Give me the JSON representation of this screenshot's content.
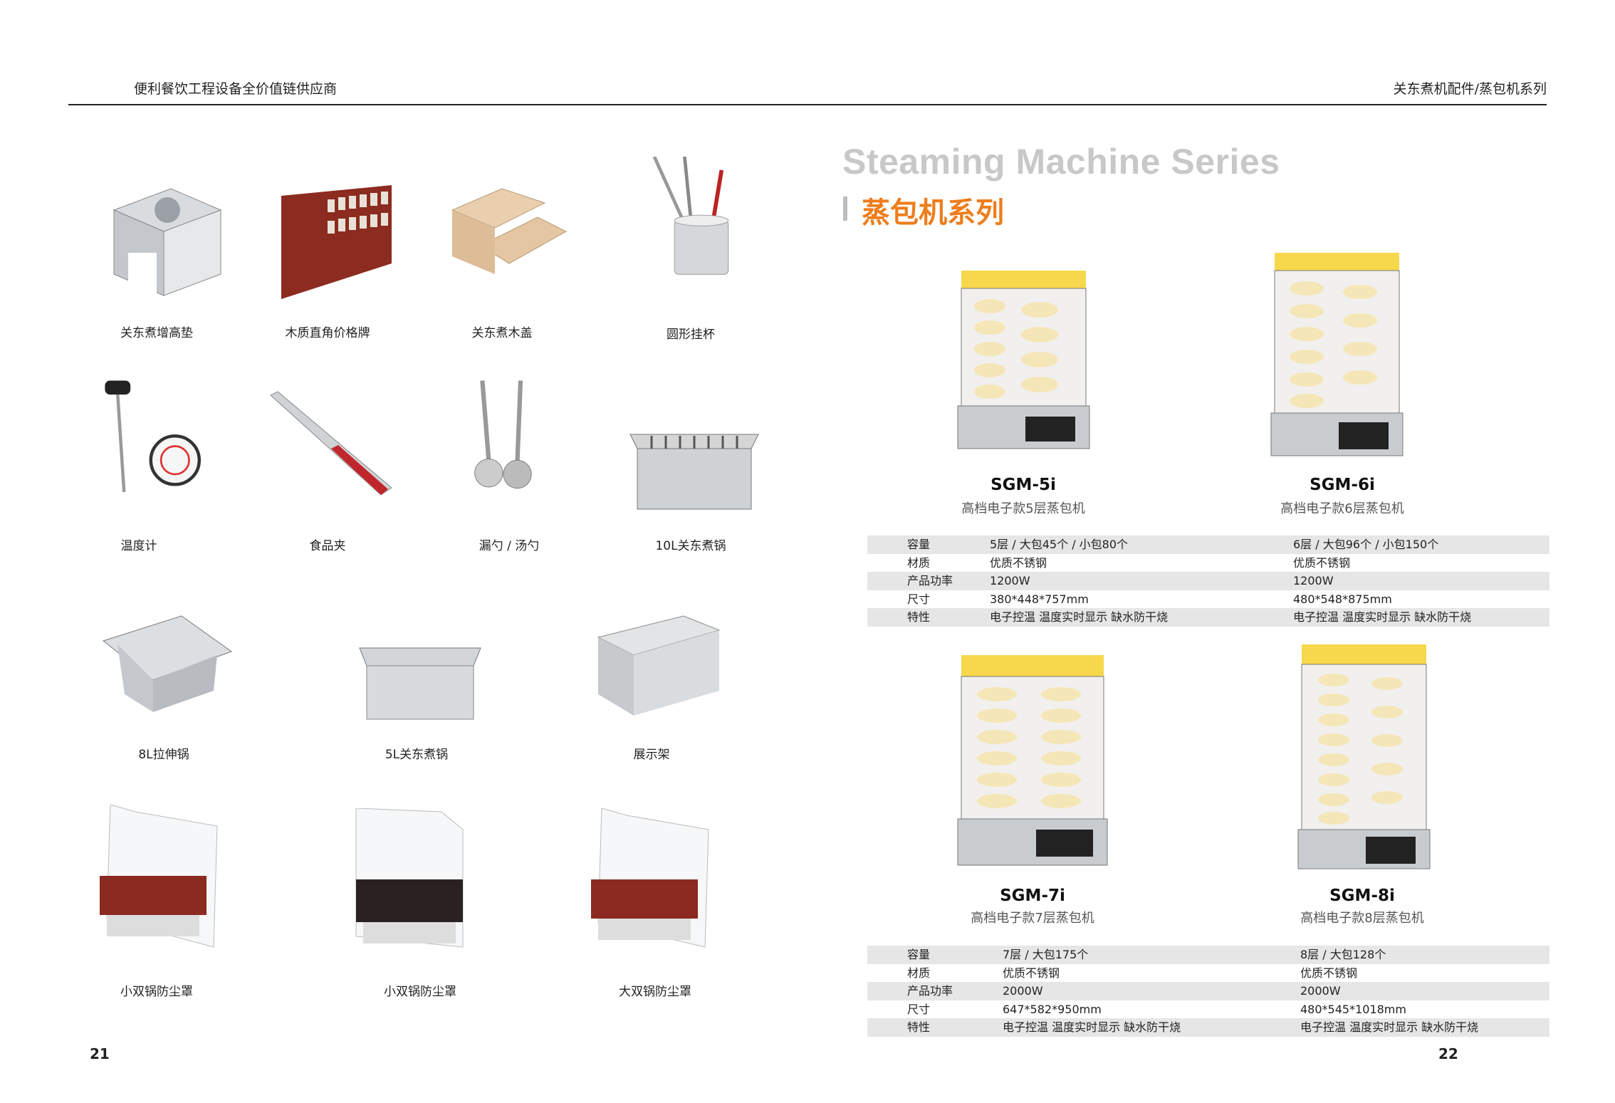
{
  "header": {
    "left": "便利餐饮工程设备全价值链供应商",
    "right": "关东煮机配件/蒸包机系列"
  },
  "page_numbers": {
    "left": "21",
    "right": "22"
  },
  "accessories": [
    {
      "label": "关东煮增高垫",
      "icon": "stand-riser-icon"
    },
    {
      "label": "木质直角价格牌",
      "icon": "wood-price-board-icon"
    },
    {
      "label": "关东煮木盖",
      "icon": "wood-lid-icon"
    },
    {
      "label": "圆形挂杯",
      "icon": "round-hanging-cup-icon"
    },
    {
      "label": "温度计",
      "icon": "thermometer-icon"
    },
    {
      "label": "食品夹",
      "icon": "food-tongs-icon"
    },
    {
      "label": "漏勺 / 汤勺",
      "icon": "ladle-icon"
    },
    {
      "label": "10L关东煮锅",
      "icon": "pot-10l-icon"
    },
    {
      "label": "8L拉伸锅",
      "icon": "pot-8l-icon"
    },
    {
      "label": "5L关东煮锅",
      "icon": "pot-5l-icon"
    },
    {
      "label": "展示架",
      "icon": "display-rack-icon"
    },
    {
      "label": "小双锅防尘罩",
      "icon": "dust-cover-icon"
    },
    {
      "label": "小双锅防尘罩",
      "icon": "dust-cover-icon"
    },
    {
      "label": "大双锅防尘罩",
      "icon": "dust-cover-icon"
    }
  ],
  "series": {
    "title_en": "Steaming Machine Series",
    "title_cn": "蒸包机系列",
    "accent": "#ee7d1c"
  },
  "machines": [
    {
      "model": "SGM-5i",
      "desc": "高档电子款5层蒸包机"
    },
    {
      "model": "SGM-6i",
      "desc": "高档电子款6层蒸包机"
    },
    {
      "model": "SGM-7i",
      "desc": "高档电子款7层蒸包机"
    },
    {
      "model": "SGM-8i",
      "desc": "高档电子款8层蒸包机"
    }
  ],
  "spec_tables": [
    {
      "rows": [
        {
          "label": "容量",
          "a": "5层 / 大包45个 / 小包80个",
          "b": "6层 / 大包96个 / 小包150个"
        },
        {
          "label": "材质",
          "a": "优质不锈钢",
          "b": "优质不锈钢"
        },
        {
          "label": "产品功率",
          "a": "1200W",
          "b": "1200W"
        },
        {
          "label": "尺寸",
          "a": "380*448*757mm",
          "b": "480*548*875mm"
        },
        {
          "label": "特性",
          "a": "电子控温 温度实时显示 缺水防干烧",
          "b": "电子控温 温度实时显示 缺水防干烧"
        }
      ]
    },
    {
      "rows": [
        {
          "label": "容量",
          "a": "7层 / 大包175个",
          "b": "8层 / 大包128个"
        },
        {
          "label": "材质",
          "a": "优质不锈钢",
          "b": "优质不锈钢"
        },
        {
          "label": "产品功率",
          "a": "2000W",
          "b": "2000W"
        },
        {
          "label": "尺寸",
          "a": "647*582*950mm",
          "b": "480*545*1018mm"
        },
        {
          "label": "特性",
          "a": "电子控温 温度实时显示 缺水防干烧",
          "b": "电子控温 温度实时显示 缺水防干烧"
        }
      ]
    }
  ]
}
